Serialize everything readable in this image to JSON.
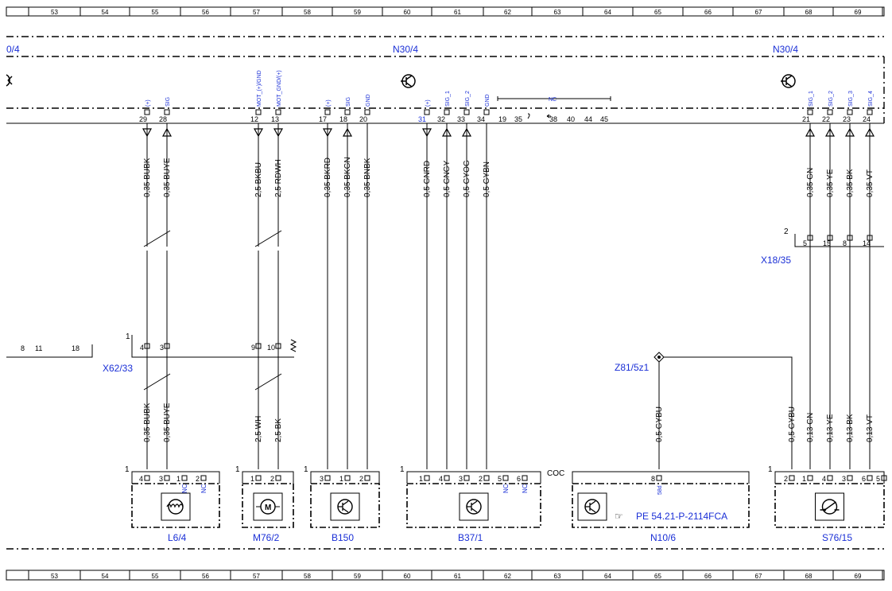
{
  "colors": {
    "line": "#000000",
    "label": "#1a2fd6",
    "background": "#ffffff"
  },
  "ruler": [
    "53",
    "54",
    "55",
    "56",
    "57",
    "58",
    "59",
    "60",
    "61",
    "62",
    "63",
    "64",
    "65",
    "66",
    "67",
    "68",
    "69"
  ],
  "top_box": {
    "labels": [
      {
        "id": "left",
        "text": "0/4"
      },
      {
        "id": "mid",
        "text": "N30/4"
      },
      {
        "id": "right",
        "text": "N30/4"
      }
    ],
    "pin_names": [
      "(+)",
      "SIG",
      "MOT_(+)/GND",
      "MOT_GND/(+)",
      "(+)",
      "SIG",
      "GND",
      "(+)",
      "SIG_1",
      "SIG_2",
      "GND",
      "SIG_1",
      "SIG_2",
      "SIG_3",
      "SIG_4"
    ],
    "pin_numbers": [
      "29",
      "28",
      "12",
      "13",
      "17",
      "18",
      "20",
      "31",
      "32",
      "33",
      "34",
      "19",
      "35",
      "38",
      "40",
      "44",
      "45",
      "21",
      "22",
      "23",
      "24"
    ],
    "nc_label": "NC"
  },
  "wires_top": [
    "0,35 BUBK",
    "0,35 BUYE",
    "2,5 BKBU",
    "2,5 RDWH",
    "0,35 BKRD",
    "0,35 BKGN",
    "0,35 BNBK",
    "0,5 GNRD",
    "0,5 GNGY",
    "0,5 GYOG",
    "0,5 GYBN",
    "0,35 GN",
    "0,35 YE",
    "0,35 BK",
    "0,35 VT"
  ],
  "x18": {
    "name": "X18/35",
    "index": "2",
    "pins": [
      "5",
      "15",
      "8",
      "14"
    ]
  },
  "x62": {
    "name": "X62/33",
    "index": "1",
    "pins": [
      "4",
      "3",
      "9",
      "10"
    ],
    "left_pins": [
      "8",
      "11",
      "18"
    ]
  },
  "z81": {
    "name": "Z81/5z1"
  },
  "wires_bottom": [
    "0,35 BUBK",
    "0,35 BUYE",
    "2,5 WH",
    "2,5 BK",
    "0,5 GYBU",
    "0,5 GYBU",
    "0,13 GN",
    "0,13 YE",
    "0,13 BK",
    "0,13 VT"
  ],
  "components": [
    {
      "id": "L6/4",
      "name": "L6/4",
      "index": "1",
      "pins": [
        "4",
        "3",
        "1",
        "2"
      ],
      "nc": [
        "NC",
        "NC"
      ]
    },
    {
      "id": "M76/2",
      "name": "M76/2",
      "index": "1",
      "pins": [
        "1",
        "2"
      ]
    },
    {
      "id": "B150",
      "name": "B150",
      "index": "1",
      "pins": [
        "3",
        "1",
        "2"
      ]
    },
    {
      "id": "B37/1",
      "name": "B37/1",
      "index": "1",
      "pins": [
        "1",
        "4",
        "3",
        "2",
        "5",
        "6"
      ],
      "nc": [
        "NC",
        "NC"
      ]
    },
    {
      "id": "N10/6",
      "name": "N10/6",
      "prefix": "COC",
      "pins": [
        "8"
      ],
      "pin_sub": "58d",
      "reference": "PE 54.21-P-2114FCA"
    },
    {
      "id": "S76/15",
      "name": "S76/15",
      "index": "1",
      "pins": [
        "2",
        "1",
        "4",
        "3",
        "6",
        "5"
      ]
    }
  ]
}
